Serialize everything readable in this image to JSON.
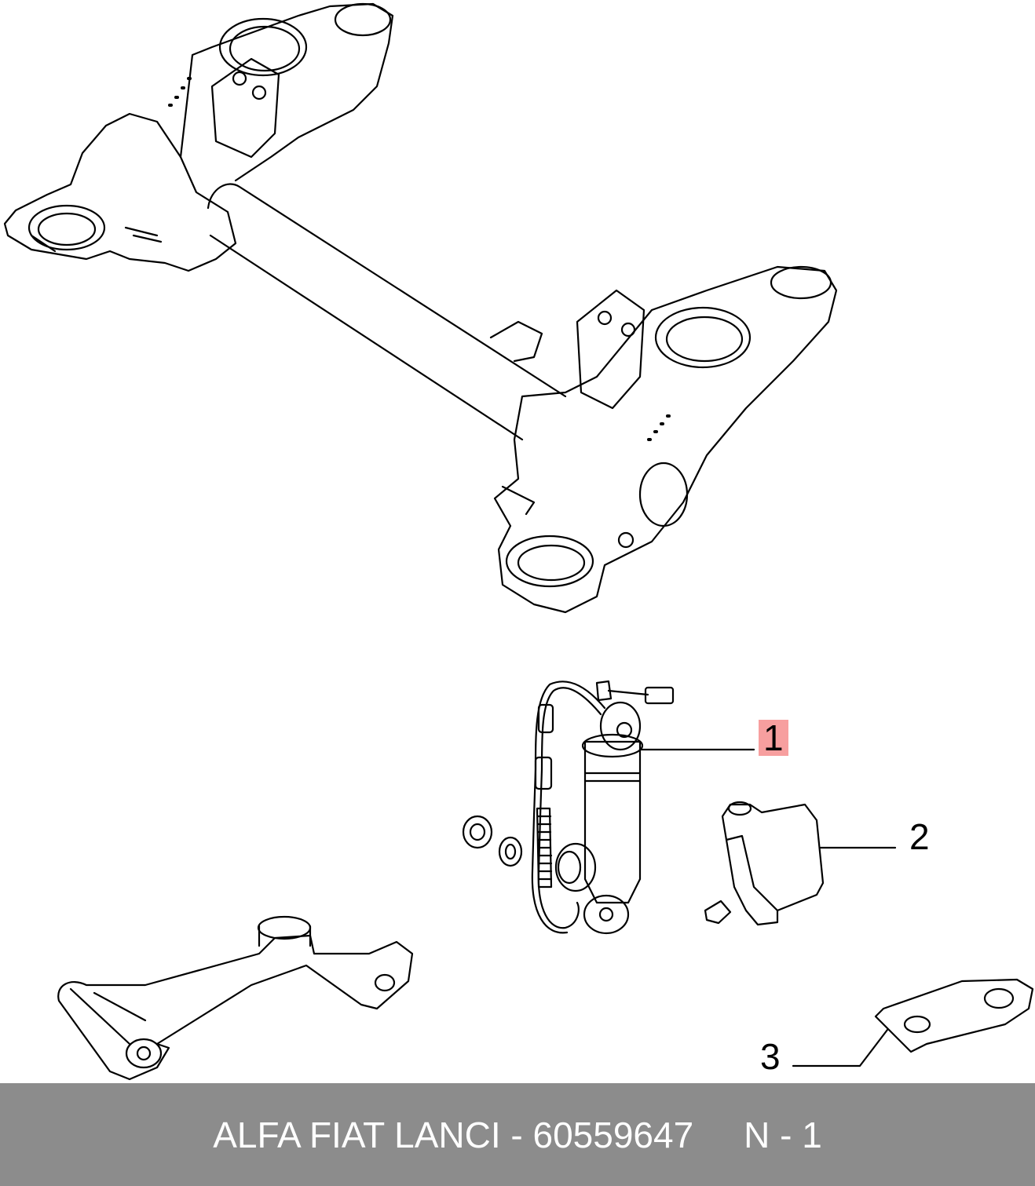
{
  "callouts": [
    {
      "label": "1",
      "highlighted": true
    },
    {
      "label": "2",
      "highlighted": false
    },
    {
      "label": "3",
      "highlighted": false
    }
  ],
  "footer": {
    "part_text": "ALFA FIAT LANCI - 60559647",
    "page_text": "N - 1"
  },
  "colors": {
    "line": "#000000",
    "footer_bg": "#8c8c8c",
    "footer_text": "#ffffff",
    "highlight": "#f07878"
  }
}
